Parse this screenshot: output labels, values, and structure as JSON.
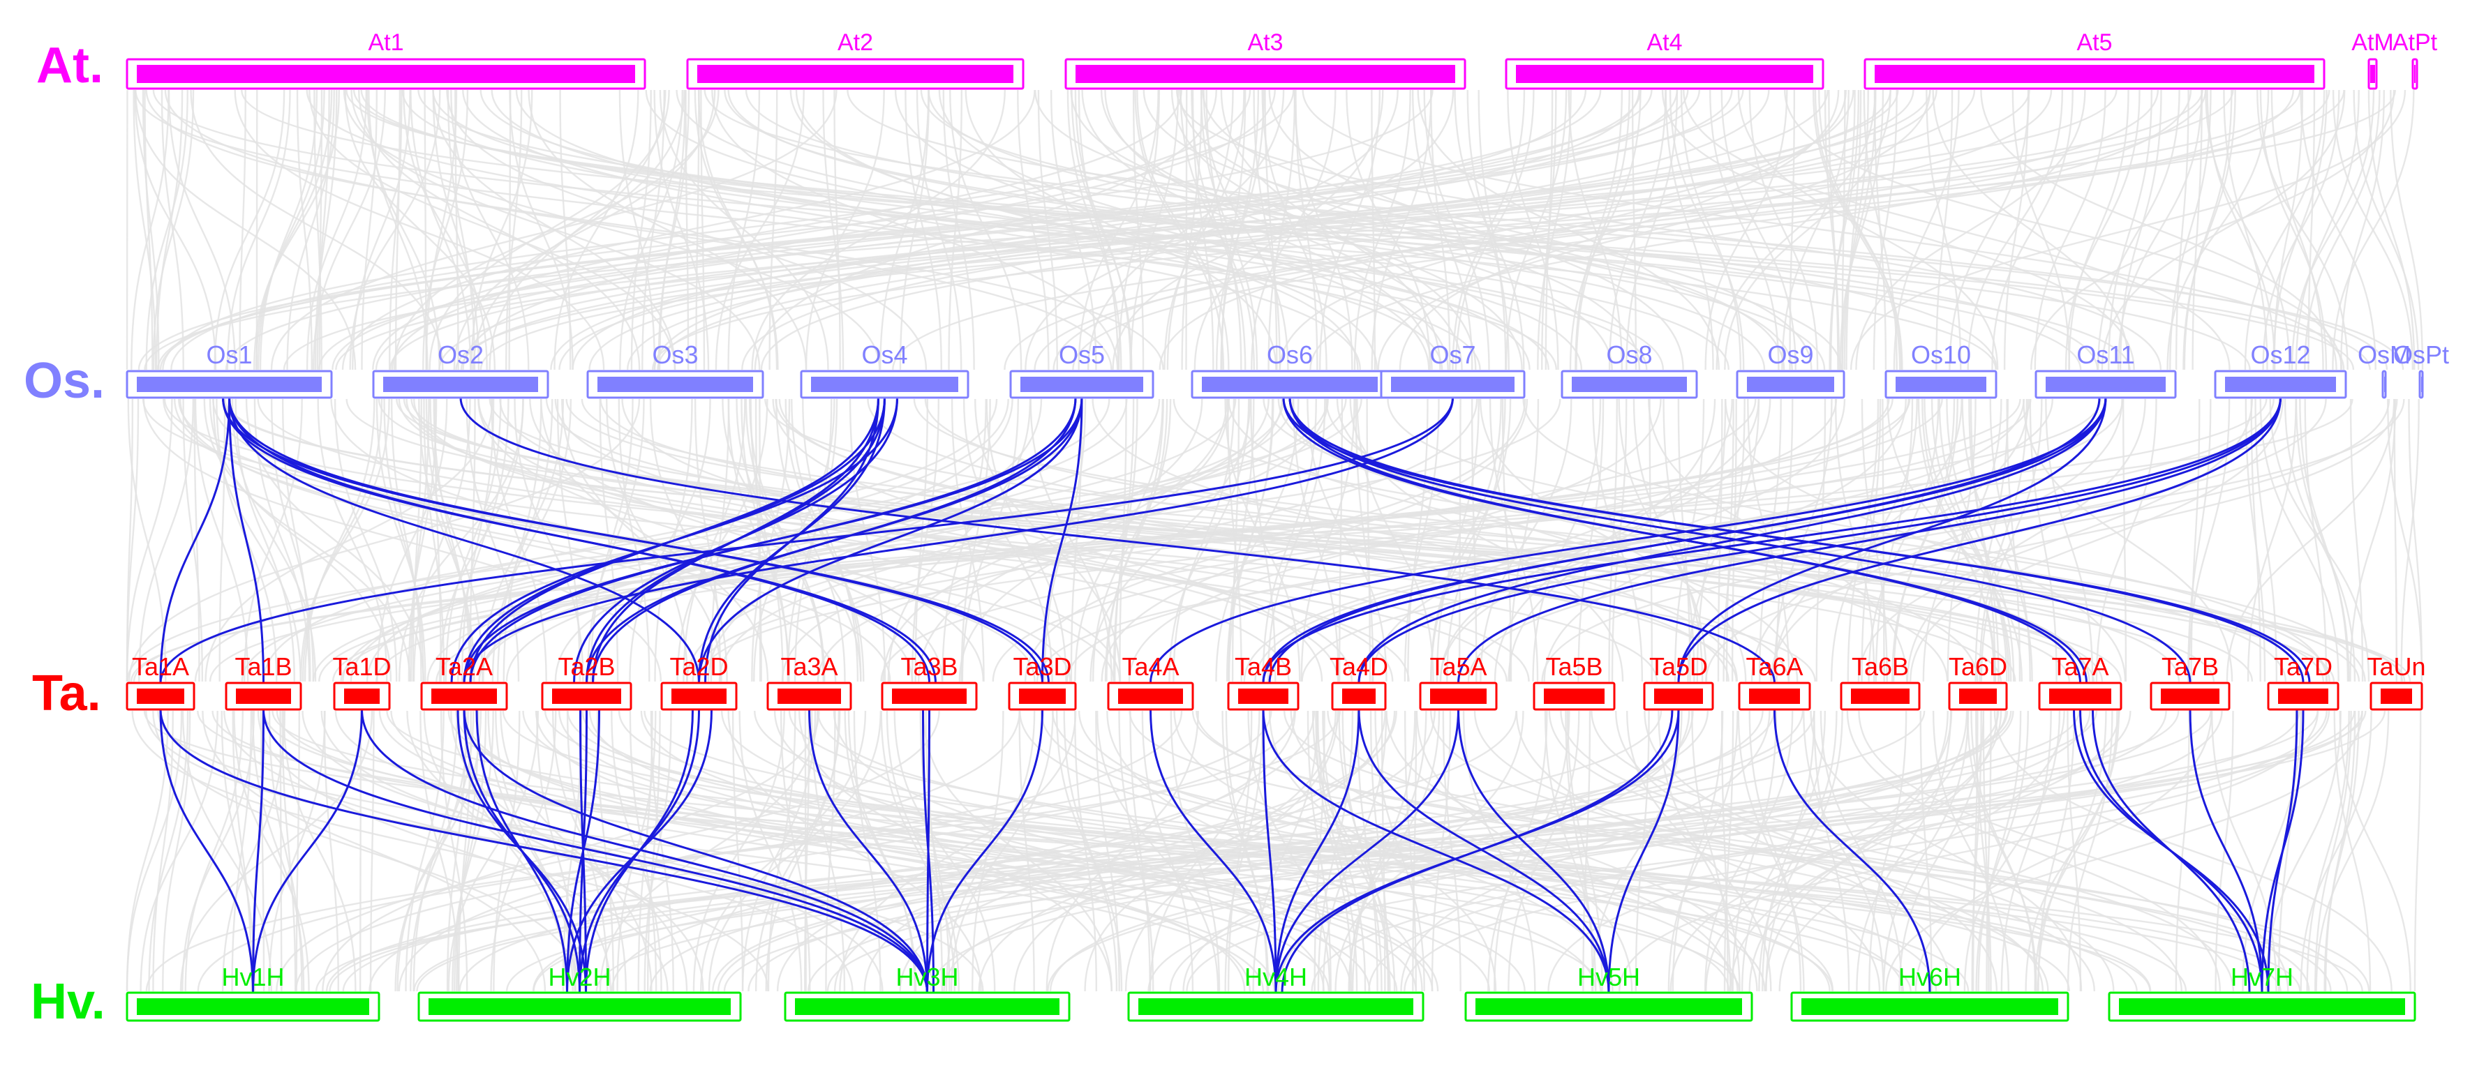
{
  "tracks": [
    {
      "id": "at",
      "label": "At.",
      "color": "#ff00ff",
      "chromosomes": [
        {
          "name": "At1"
        },
        {
          "name": "At2"
        },
        {
          "name": "At3"
        },
        {
          "name": "At4"
        },
        {
          "name": "At5"
        },
        {
          "name": "AtM"
        },
        {
          "name": "AtPt"
        }
      ]
    },
    {
      "id": "os",
      "label": "Os.",
      "color": "#8080ff",
      "chromosomes": [
        {
          "name": "Os1"
        },
        {
          "name": "Os2"
        },
        {
          "name": "Os3"
        },
        {
          "name": "Os4"
        },
        {
          "name": "Os5"
        },
        {
          "name": "Os6"
        },
        {
          "name": "Os7"
        },
        {
          "name": "Os8"
        },
        {
          "name": "Os9"
        },
        {
          "name": "Os10"
        },
        {
          "name": "Os11"
        },
        {
          "name": "Os12"
        },
        {
          "name": "OsM"
        },
        {
          "name": "OsPt"
        }
      ]
    },
    {
      "id": "ta",
      "label": "Ta.",
      "color": "#ff0000",
      "chromosomes": [
        {
          "name": "Ta1A"
        },
        {
          "name": "Ta1B"
        },
        {
          "name": "Ta1D"
        },
        {
          "name": "Ta2A"
        },
        {
          "name": "Ta2B"
        },
        {
          "name": "Ta2D"
        },
        {
          "name": "Ta3A"
        },
        {
          "name": "Ta3B"
        },
        {
          "name": "Ta3D"
        },
        {
          "name": "Ta4A"
        },
        {
          "name": "Ta4B"
        },
        {
          "name": "Ta4D"
        },
        {
          "name": "Ta5A"
        },
        {
          "name": "Ta5B"
        },
        {
          "name": "Ta5D"
        },
        {
          "name": "Ta6A"
        },
        {
          "name": "Ta6B"
        },
        {
          "name": "Ta6D"
        },
        {
          "name": "Ta7A"
        },
        {
          "name": "Ta7B"
        },
        {
          "name": "Ta7D"
        },
        {
          "name": "TaUn"
        }
      ]
    },
    {
      "id": "hv",
      "label": "Hv.",
      "color": "#00ee00",
      "chromosomes": [
        {
          "name": "Hv1H"
        },
        {
          "name": "Hv2H"
        },
        {
          "name": "Hv3H"
        },
        {
          "name": "Hv4H"
        },
        {
          "name": "Hv5H"
        },
        {
          "name": "Hv6H"
        },
        {
          "name": "Hv7H"
        }
      ]
    }
  ],
  "links": {
    "background_color": "#e3e3e3",
    "highlight_color": "#1a1adc",
    "highlighted": [
      [
        "Os1",
        "Ta1A"
      ],
      [
        "Os1",
        "Ta1B"
      ],
      [
        "Os1",
        "Ta2D"
      ],
      [
        "Os1",
        "Ta3B"
      ],
      [
        "Os1",
        "Ta3D"
      ],
      [
        "Os1",
        "Ta3B"
      ],
      [
        "Os1",
        "Ta3D"
      ],
      [
        "Os2",
        "Ta6A"
      ],
      [
        "Os4",
        "Ta2A"
      ],
      [
        "Os4",
        "Ta2A"
      ],
      [
        "Os4",
        "Ta2B"
      ],
      [
        "Os4",
        "Ta2B"
      ],
      [
        "Os4",
        "Ta2D"
      ],
      [
        "Os4",
        "Ta2D"
      ],
      [
        "Os4",
        "Ta2A"
      ],
      [
        "Os4",
        "Ta2B"
      ],
      [
        "Os5",
        "Ta2A"
      ],
      [
        "Os5",
        "Ta2B"
      ],
      [
        "Os5",
        "Ta2D"
      ],
      [
        "Os5",
        "Ta3D"
      ],
      [
        "Os5",
        "Ta2B"
      ],
      [
        "Os5",
        "Ta2A"
      ],
      [
        "Os6",
        "Ta7A"
      ],
      [
        "Os6",
        "Ta7B"
      ],
      [
        "Os6",
        "Ta7D"
      ],
      [
        "Os6",
        "Ta7A"
      ],
      [
        "Os6",
        "Ta7D"
      ],
      [
        "Os7",
        "Ta1A"
      ],
      [
        "Os7",
        "Ta2A"
      ],
      [
        "Os11",
        "Ta4A"
      ],
      [
        "Os11",
        "Ta4B"
      ],
      [
        "Os11",
        "Ta4D"
      ],
      [
        "Os11",
        "Ta5D"
      ],
      [
        "Os11",
        "Ta4B"
      ],
      [
        "Os12",
        "Ta4D"
      ],
      [
        "Os12",
        "Ta5A"
      ],
      [
        "Os12",
        "Ta5D"
      ],
      [
        "Os12",
        "Ta4B"
      ],
      [
        "Ta1A",
        "Hv1H"
      ],
      [
        "Ta1A",
        "Hv3H"
      ],
      [
        "Ta1B",
        "Hv1H"
      ],
      [
        "Ta1B",
        "Hv3H"
      ],
      [
        "Ta1D",
        "Hv1H"
      ],
      [
        "Ta1D",
        "Hv3H"
      ],
      [
        "Ta2A",
        "Hv2H"
      ],
      [
        "Ta2A",
        "Hv2H"
      ],
      [
        "Ta2A",
        "Hv2H"
      ],
      [
        "Ta2B",
        "Hv2H"
      ],
      [
        "Ta2B",
        "Hv2H"
      ],
      [
        "Ta2B",
        "Hv2H"
      ],
      [
        "Ta2D",
        "Hv2H"
      ],
      [
        "Ta2D",
        "Hv2H"
      ],
      [
        "Ta2D",
        "Hv2H"
      ],
      [
        "Ta2A",
        "Hv3H"
      ],
      [
        "Ta3A",
        "Hv3H"
      ],
      [
        "Ta3B",
        "Hv3H"
      ],
      [
        "Ta3B",
        "Hv3H"
      ],
      [
        "Ta3D",
        "Hv3H"
      ],
      [
        "Ta4A",
        "Hv4H"
      ],
      [
        "Ta4B",
        "Hv4H"
      ],
      [
        "Ta4B",
        "Hv5H"
      ],
      [
        "Ta4D",
        "Hv4H"
      ],
      [
        "Ta4D",
        "Hv5H"
      ],
      [
        "Ta5A",
        "Hv4H"
      ],
      [
        "Ta5A",
        "Hv5H"
      ],
      [
        "Ta5D",
        "Hv4H"
      ],
      [
        "Ta5D",
        "Hv5H"
      ],
      [
        "Ta5D",
        "Hv4H"
      ],
      [
        "Ta6A",
        "Hv6H"
      ],
      [
        "Ta7A",
        "Hv7H"
      ],
      [
        "Ta7A",
        "Hv7H"
      ],
      [
        "Ta7B",
        "Hv7H"
      ],
      [
        "Ta7D",
        "Hv7H"
      ],
      [
        "Ta7D",
        "Hv7H"
      ],
      [
        "Ta7A",
        "Hv7H"
      ]
    ]
  }
}
